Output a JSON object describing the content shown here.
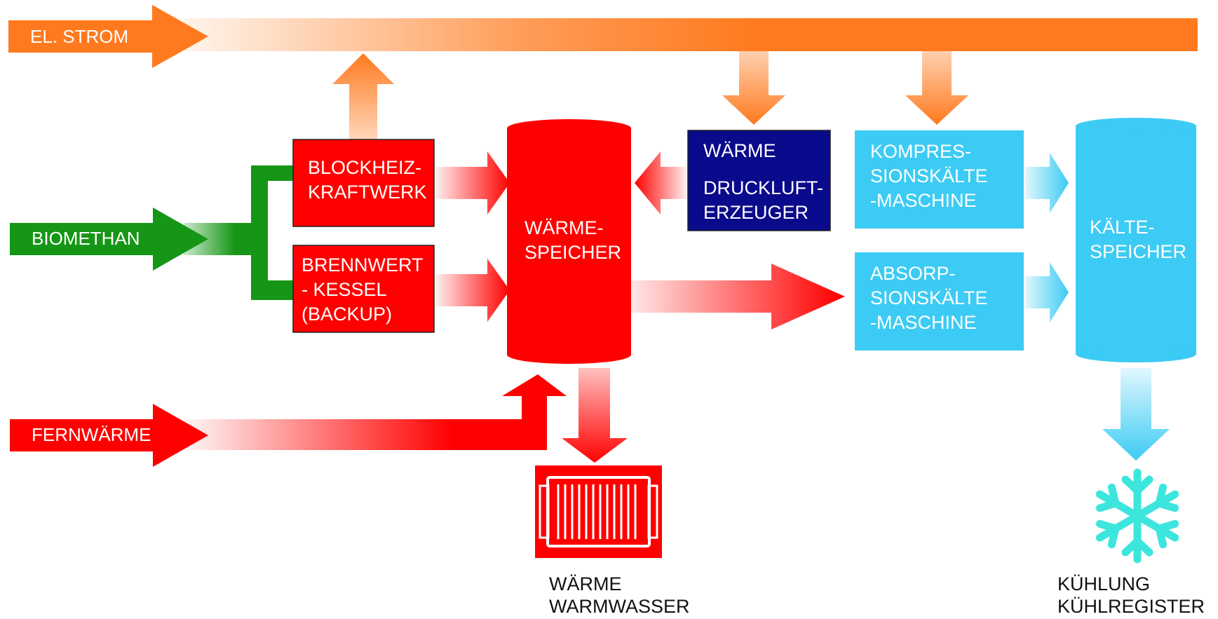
{
  "inputs": {
    "strom": "EL. STROM",
    "biomethan": "BIOMETHAN",
    "fernwaerme": "FERNWÄRME"
  },
  "units": {
    "bhkw": {
      "line1": "BLOCKHEIZ-",
      "line2": "KRAFTWERK"
    },
    "brennwert": {
      "line1": "BRENNWERT",
      "line2": "- KESSEL",
      "line3": "(BACKUP)"
    },
    "waermespeicher": {
      "line1": "WÄRME-",
      "line2": "SPEICHER"
    },
    "druckluft": {
      "line1": "WÄRME",
      "line2": "DRUCKLUFT-",
      "line3": "ERZEUGER"
    },
    "kompression": {
      "line1": "KOMPRES-",
      "line2": "SIONSKÄLTE",
      "line3": "-MASCHINE"
    },
    "absorption": {
      "line1": "ABSORP-",
      "line2": "SIONSKÄLTE",
      "line3": "-MASCHINE"
    },
    "kaeltespeicher": {
      "line1": "KÄLTE-",
      "line2": "SPEICHER"
    }
  },
  "outputs": {
    "waerme": {
      "line1": "WÄRME",
      "line2": "WARMWASSER"
    },
    "kuehlung": {
      "line1": "KÜHLUNG",
      "line2": "KÜHLREGISTER"
    }
  },
  "colors": {
    "electric": "#ff7a1e",
    "gas": "#169616",
    "heat": "#ff0000",
    "compressed_air": "#0a0a8c",
    "cold": "#3ccbf4",
    "snowflake": "#3de6dd"
  },
  "icons": {
    "radiator": "radiator-icon",
    "snowflake": "snowflake-icon"
  }
}
